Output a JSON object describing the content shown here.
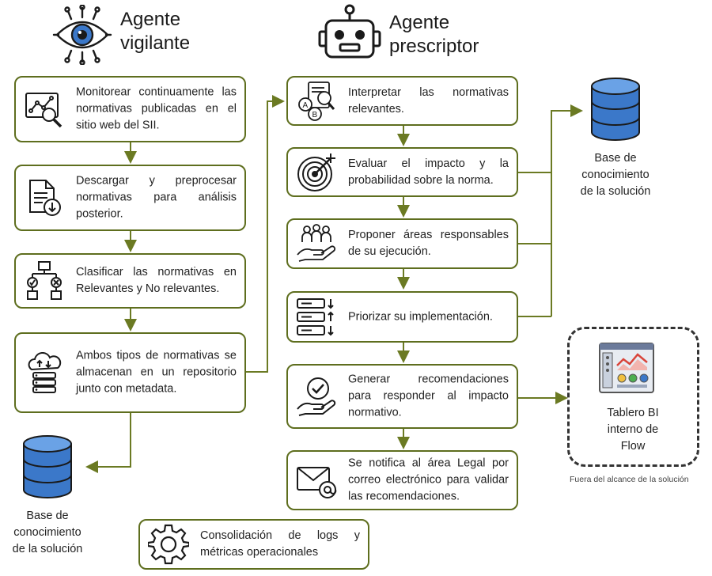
{
  "agents": {
    "vigilante": {
      "title_line1": "Agente",
      "title_line2": "vigilante"
    },
    "prescriptor": {
      "title_line1": "Agente",
      "title_line2": "prescriptor"
    }
  },
  "vigilante_steps": [
    {
      "icon": "chart-magnifier-icon",
      "text": "Monitorear continuamente las normativas publicadas en el sitio web del SII."
    },
    {
      "icon": "document-download-icon",
      "text": "Descargar y preprocesar normativas para análisis posterior."
    },
    {
      "icon": "decision-flow-icon",
      "text": "Clasificar las normativas en Relevantes y No relevantes."
    },
    {
      "icon": "cloud-server-icon",
      "text": "Ambos tipos de normativas se almacenan en un repositorio junto con metadata."
    }
  ],
  "prescriptor_steps": [
    {
      "icon": "document-search-icon",
      "text": "Interpretar las normativas relevantes."
    },
    {
      "icon": "target-icon",
      "text": "Evaluar el impacto y la probabilidad sobre la norma."
    },
    {
      "icon": "team-hand-icon",
      "text": "Proponer áreas responsables de su ejecución."
    },
    {
      "icon": "priority-list-icon",
      "text": "Priorizar su implementación."
    },
    {
      "icon": "check-hand-icon",
      "text": "Generar recomendaciones para responder al impacto normativo."
    },
    {
      "icon": "email-icon",
      "text": "Se notifica al área Legal por correo electrónico para validar las recomendaciones."
    }
  ],
  "footer_step": {
    "icon": "gear-icon",
    "text": "Consolidación de logs y métricas operacionales"
  },
  "knowledge_base": {
    "line1": "Base de",
    "line2": "conocimiento",
    "line3": "de la solución"
  },
  "dashboard": {
    "line1": "Tablero BI",
    "line2": "interno de",
    "line3": "Flow",
    "note": "Fuera del alcance de la solución"
  },
  "colors": {
    "border": "#5e6e1e",
    "arrow": "#6b7a23",
    "db_blue": "#3b78c9",
    "db_dark": "#1d4f93"
  }
}
